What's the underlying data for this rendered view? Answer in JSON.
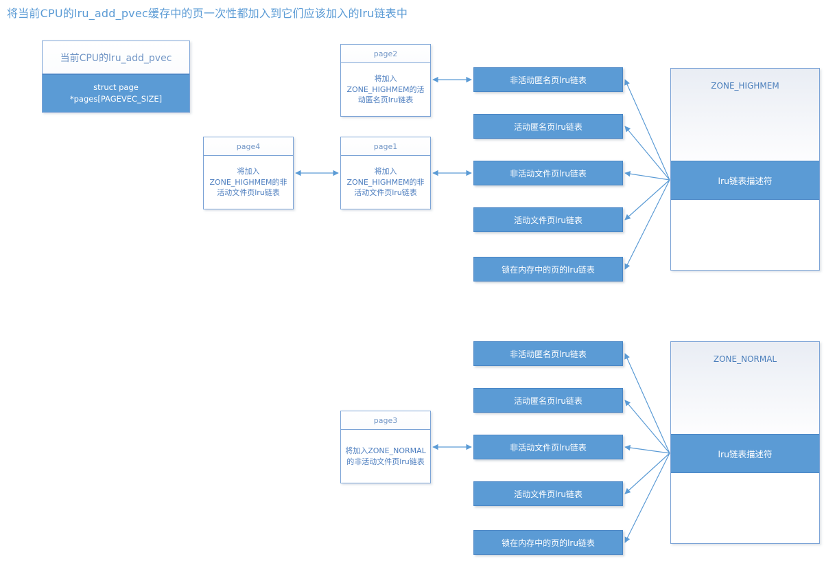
{
  "title": "将当前CPU的lru_add_pvec缓存中的页一次性都加入到它们应该加入的lru链表中",
  "pvec_box": {
    "header": "当前CPU的lru_add_pvec",
    "body": "struct page *pages[PAGEVEC_SIZE]"
  },
  "page_boxes": {
    "page2": {
      "title": "page2",
      "body": "将加入\nZONE_HIGHMEM的活动匿名页lru链表"
    },
    "page4": {
      "title": "page4",
      "body": "将加入\nZONE_HIGHMEM的非活动文件页lru链表"
    },
    "page1": {
      "title": "page1",
      "body": "将加入\nZONE_HIGHMEM的非活动文件页lru链表"
    },
    "page3": {
      "title": "page3",
      "body": "将加入ZONE_NORMAL的非活动文件页lru链表"
    }
  },
  "lru_lists": {
    "highmem": [
      "非活动匿名页lru链表",
      "活动匿名页lru链表",
      "非活动文件页lru链表",
      "活动文件页lru链表",
      "锁在内存中的页的lru链表"
    ],
    "normal": [
      "非活动匿名页lru链表",
      "活动匿名页lru链表",
      "非活动文件页lru链表",
      "活动文件页lru链表",
      "锁在内存中的页的lru链表"
    ]
  },
  "zones": {
    "highmem": {
      "title": "ZONE_HIGHMEM",
      "descriptor": "lru链表描述符"
    },
    "normal": {
      "title": "ZONE_NORMAL",
      "descriptor": "lru链表描述符"
    }
  },
  "colors": {
    "accent": "#5b9bd5",
    "accent_border": "#4a86c5",
    "line": "#5b9bd5"
  }
}
